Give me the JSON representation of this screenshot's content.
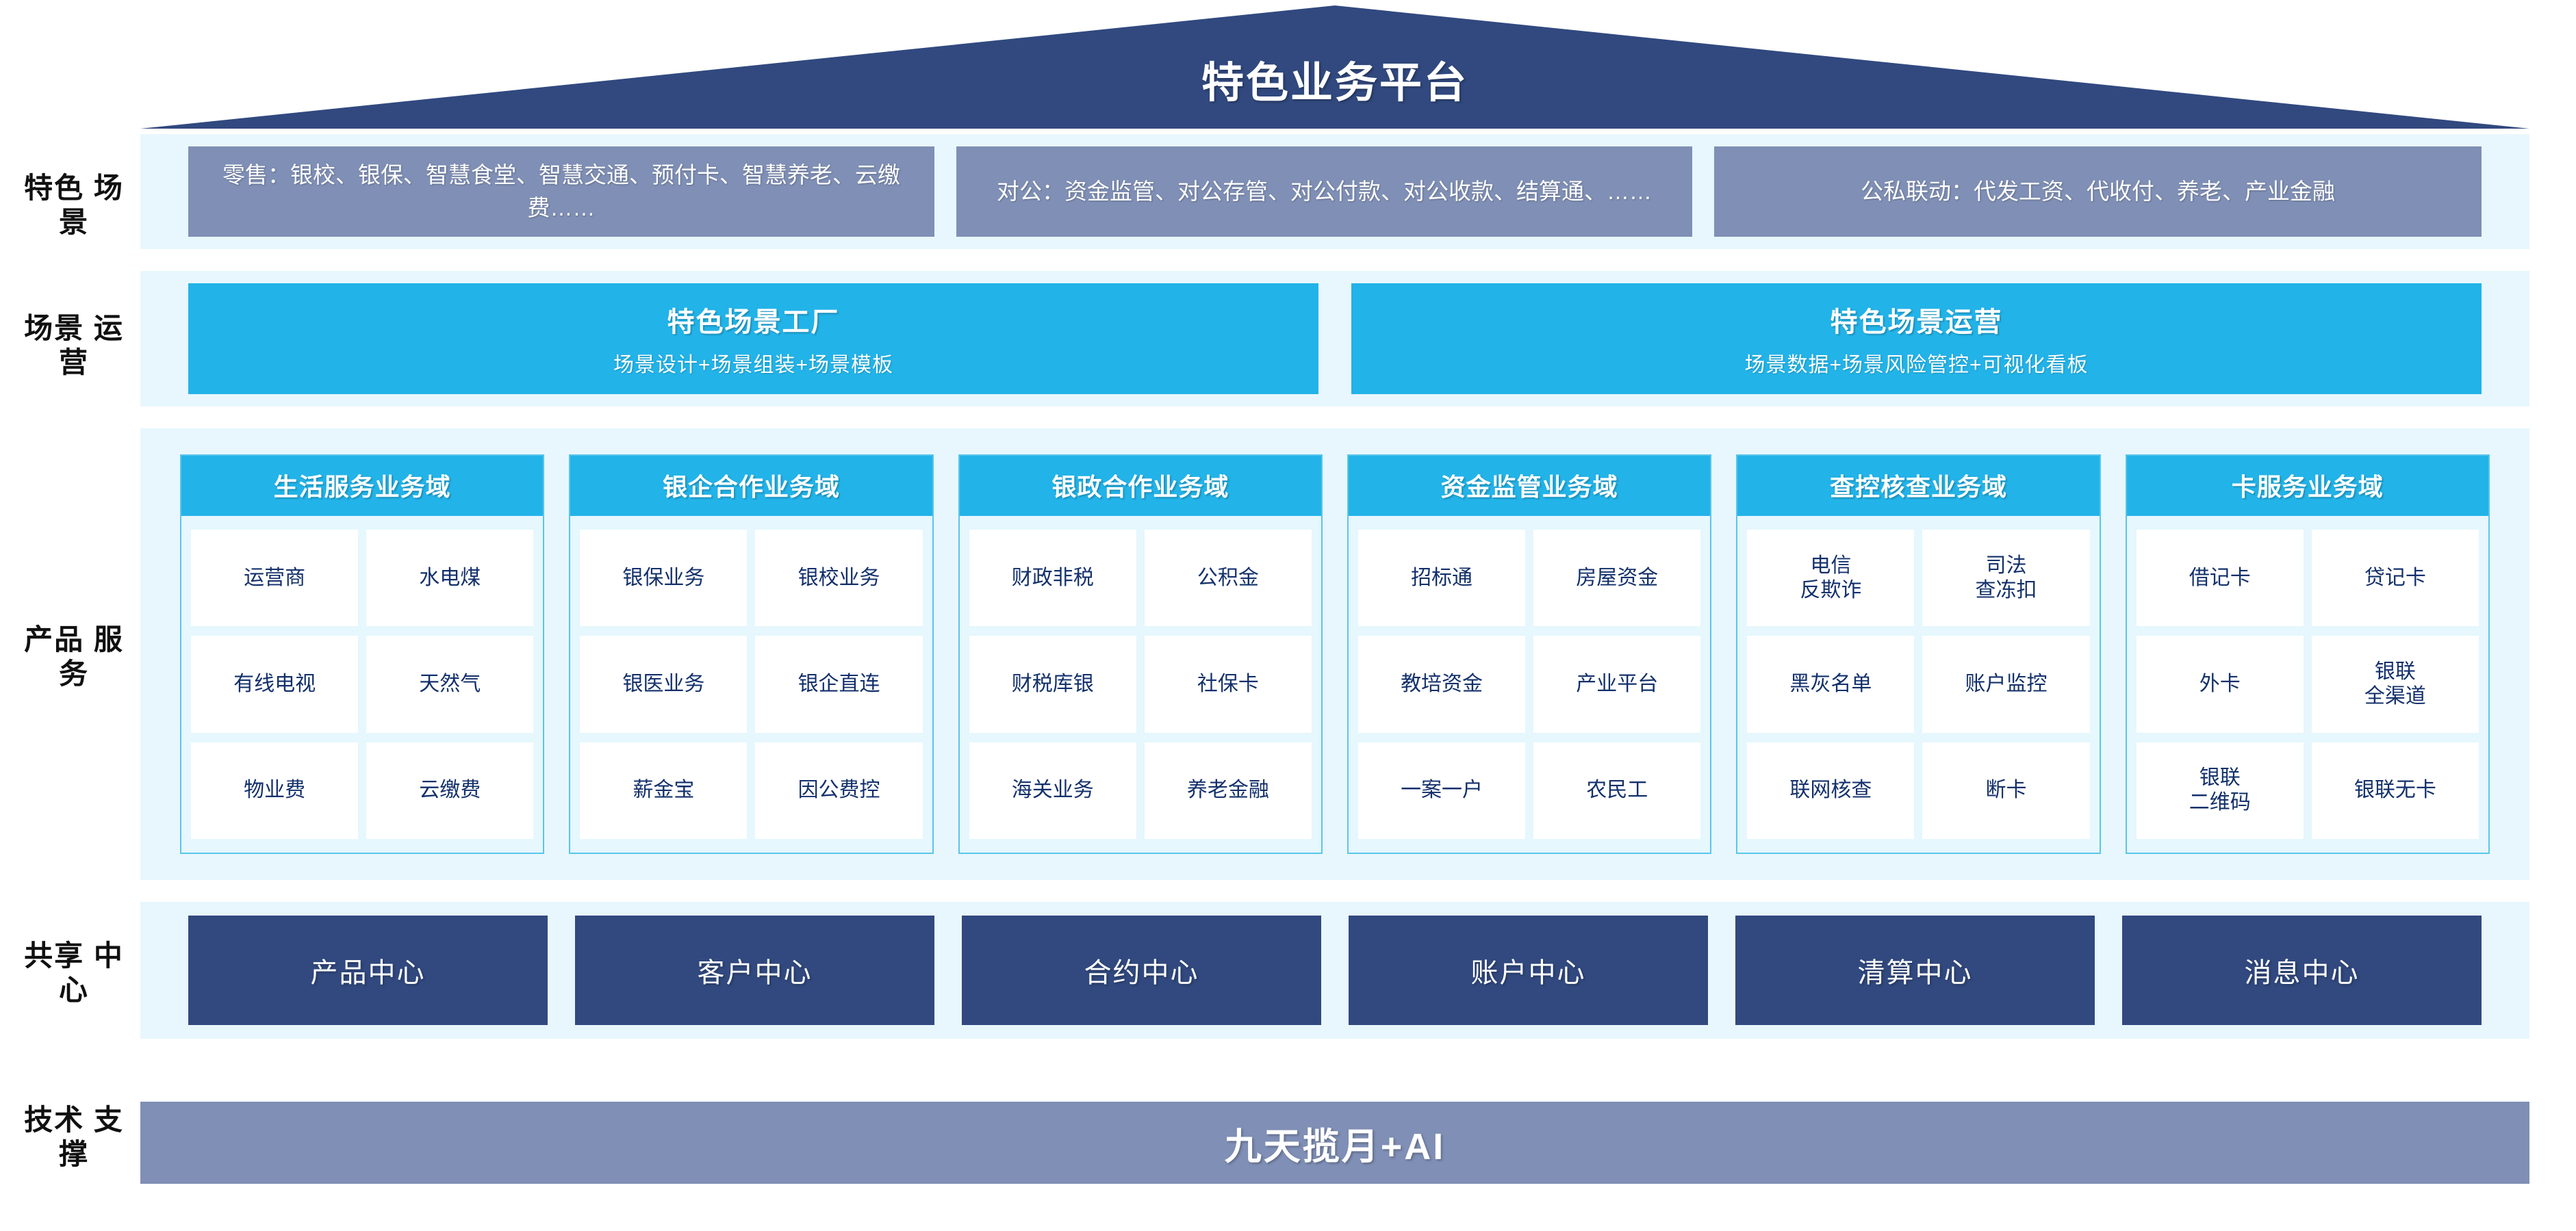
{
  "header": {
    "title": "特色业务平台",
    "shape": "roof-triangle",
    "color": "#31497f"
  },
  "row_labels": {
    "scenes": "特色\n场景",
    "operations": "场景\n运营",
    "products": "产品\n服务",
    "shared": "共享\n中心",
    "tech": "技术\n支撑"
  },
  "scenes": {
    "boxes": [
      {
        "text": "零售：银校、银保、智慧食堂、智慧交通、预付卡、智慧养老、云缴费……"
      },
      {
        "text": "对公：资金监管、对公存管、对公付款、对公收款、结算通、……"
      },
      {
        "text": "公私联动：代发工资、代收付、养老、产业金融"
      }
    ],
    "color": "#7f8fb5"
  },
  "operations": {
    "boxes": [
      {
        "title": "特色场景工厂",
        "subtitle": "场景设计+场景组装+场景模板"
      },
      {
        "title": "特色场景运营",
        "subtitle": "场景数据+场景风险管控+可视化看板"
      }
    ],
    "color": "#22b3e8"
  },
  "products": {
    "header_color": "#22b3e8",
    "cell_text_color": "#13306b",
    "domains": [
      {
        "title": "生活服务业务域",
        "cells": [
          "运营商",
          "水电煤",
          "有线电视",
          "天然气",
          "物业费",
          "云缴费"
        ]
      },
      {
        "title": "银企合作业务域",
        "cells": [
          "银保业务",
          "银校业务",
          "银医业务",
          "银企直连",
          "薪金宝",
          "因公费控"
        ]
      },
      {
        "title": "银政合作业务域",
        "cells": [
          "财政非税",
          "公积金",
          "财税库银",
          "社保卡",
          "海关业务",
          "养老金融"
        ]
      },
      {
        "title": "资金监管业务域",
        "cells": [
          "招标通",
          "房屋资金",
          "教培资金",
          "产业平台",
          "一案一户",
          "农民工"
        ]
      },
      {
        "title": "查控核查业务域",
        "cells": [
          "电信\n反欺诈",
          "司法\n查冻扣",
          "黑灰名单",
          "账户监控",
          "联网核查",
          "断卡"
        ]
      },
      {
        "title": "卡服务业务域",
        "cells": [
          "借记卡",
          "贷记卡",
          "外卡",
          "银联\n全渠道",
          "银联\n二维码",
          "银联无卡"
        ]
      }
    ]
  },
  "shared": {
    "color": "#31497f",
    "boxes": [
      "产品中心",
      "客户中心",
      "合约中心",
      "账户中心",
      "清算中心",
      "消息中心"
    ]
  },
  "tech": {
    "title": "九天揽月+AI",
    "color": "#7f8fb5"
  }
}
